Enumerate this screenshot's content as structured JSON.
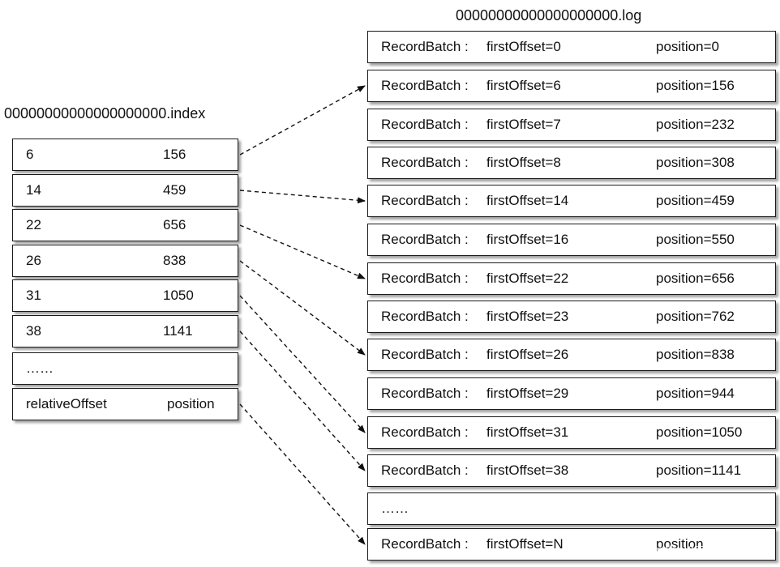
{
  "log_title": "00000000000000000000.log",
  "index_title": "00000000000000000000.index",
  "log_entries": [
    {
      "label": "RecordBatch :",
      "first_offset": "firstOffset=0",
      "position": "position=0"
    },
    {
      "label": "RecordBatch :",
      "first_offset": "firstOffset=6",
      "position": "position=156"
    },
    {
      "label": "RecordBatch :",
      "first_offset": "firstOffset=7",
      "position": "position=232"
    },
    {
      "label": "RecordBatch :",
      "first_offset": "firstOffset=8",
      "position": "position=308"
    },
    {
      "label": "RecordBatch :",
      "first_offset": "firstOffset=14",
      "position": "position=459"
    },
    {
      "label": "RecordBatch :",
      "first_offset": "firstOffset=16",
      "position": "position=550"
    },
    {
      "label": "RecordBatch :",
      "first_offset": "firstOffset=22",
      "position": "position=656"
    },
    {
      "label": "RecordBatch :",
      "first_offset": "firstOffset=23",
      "position": "position=762"
    },
    {
      "label": "RecordBatch :",
      "first_offset": "firstOffset=26",
      "position": "position=838"
    },
    {
      "label": "RecordBatch :",
      "first_offset": "firstOffset=29",
      "position": "position=944"
    },
    {
      "label": "RecordBatch :",
      "first_offset": "firstOffset=31",
      "position": "position=1050"
    },
    {
      "label": "RecordBatch :",
      "first_offset": "firstOffset=38",
      "position": "position=1141"
    },
    {
      "label": "……",
      "first_offset": "",
      "position": ""
    },
    {
      "label": "RecordBatch :",
      "first_offset": "firstOffset=N",
      "position": "position"
    }
  ],
  "index_entries": [
    {
      "relative_offset": "6",
      "position": "156"
    },
    {
      "relative_offset": "14",
      "position": "459"
    },
    {
      "relative_offset": "22",
      "position": "656"
    },
    {
      "relative_offset": "26",
      "position": "838"
    },
    {
      "relative_offset": "31",
      "position": "1050"
    },
    {
      "relative_offset": "38",
      "position": "1141"
    },
    {
      "relative_offset": "……",
      "position": ""
    },
    {
      "relative_offset": "relativeOffset",
      "position": "position"
    }
  ],
  "arrows": [
    {
      "from_index": 0,
      "to_log": 1
    },
    {
      "from_index": 1,
      "to_log": 4
    },
    {
      "from_index": 2,
      "to_log": 6
    },
    {
      "from_index": 3,
      "to_log": 8
    },
    {
      "from_index": 4,
      "to_log": 10
    },
    {
      "from_index": 5,
      "to_log": 11
    },
    {
      "from_index": 7,
      "to_log": 13
    }
  ],
  "watermark": "https://blog.csdn.net/qq_32727095"
}
